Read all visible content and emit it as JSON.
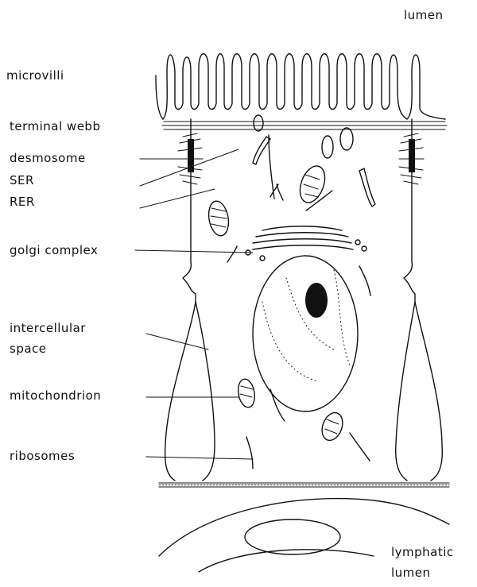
{
  "labels": {
    "lumen": "lumen",
    "microvilli": "microvilli",
    "terminal_webb": "terminal webb",
    "desmosome": "desmosome",
    "ser": "SER",
    "rer": "RER",
    "golgi_complex": "golgi complex",
    "intercellular": "intercellular",
    "space": "space",
    "mitochondrion": "mitochondrion",
    "ribosomes": "ribosomes",
    "lymphatic": "lymphatic",
    "lymphatic_lumen": "lumen"
  }
}
